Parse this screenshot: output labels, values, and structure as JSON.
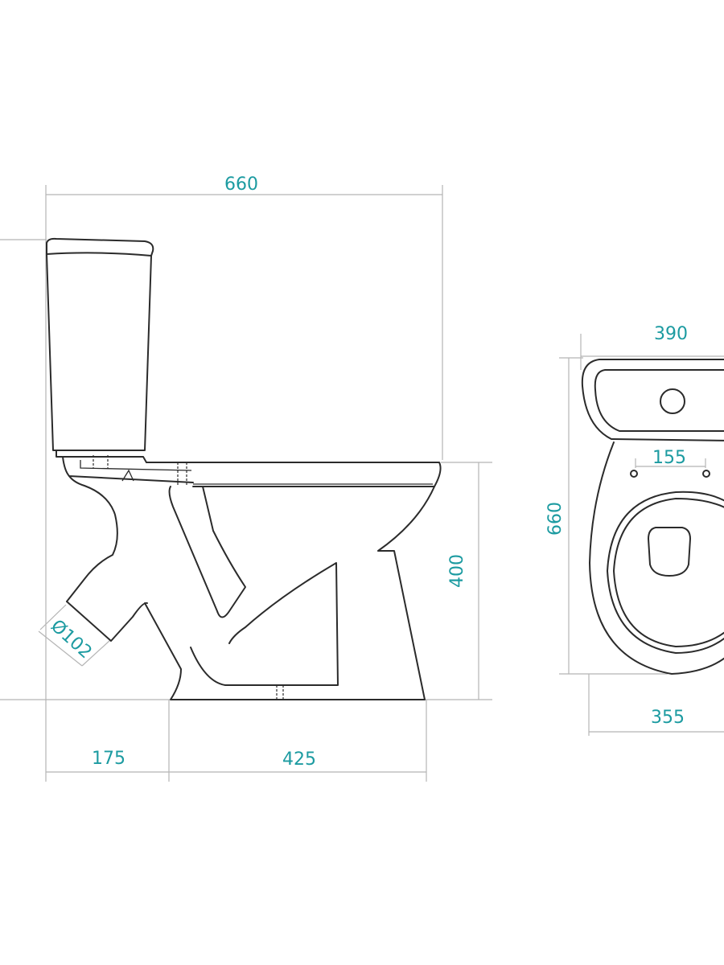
{
  "title": "Toilet dimension drawing",
  "colors": {
    "dimension_text": "#1c9ba1",
    "outline": "#2b2b2b",
    "dimension_line": "#b5b5b5"
  },
  "side_view": {
    "overall_length": "660",
    "height": "400",
    "outlet_offset": "175",
    "base_length": "425",
    "outlet_diameter": "Ø102"
  },
  "top_view": {
    "tank_width": "390",
    "overall_depth": "660",
    "seat_hole_spacing": "155",
    "bowl_width": "355"
  }
}
